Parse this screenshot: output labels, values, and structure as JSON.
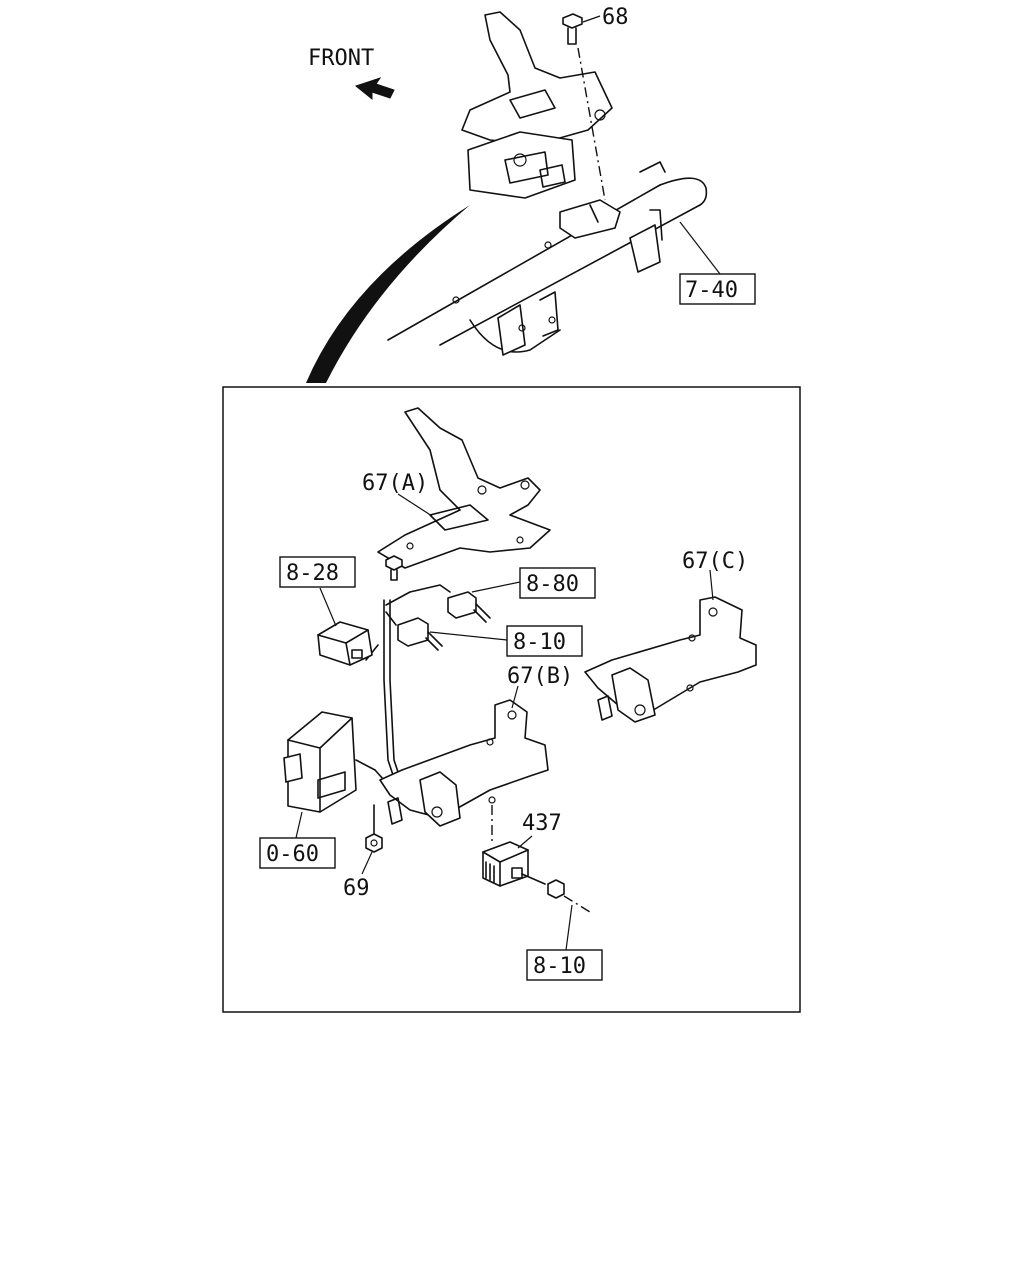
{
  "direction_label": "FRONT",
  "callouts": {
    "c68": "68",
    "c740": "7-40",
    "c67a": "67(A)",
    "c828": "8-28",
    "c880": "8-80",
    "c810a": "8-10",
    "c67c": "67(C)",
    "c67b": "67(B)",
    "c437": "437",
    "c060": "0-60",
    "c69": "69",
    "c810b": "8-10"
  }
}
